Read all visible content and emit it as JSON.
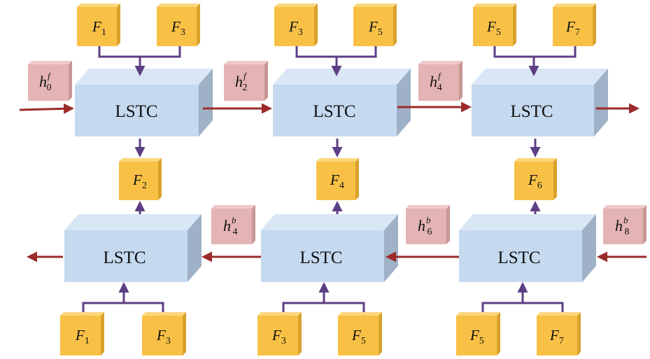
{
  "lstc_label": "LSTC",
  "forward": {
    "blocks": [
      {
        "inputs": [
          {
            "letter": "F",
            "sub": "1"
          },
          {
            "letter": "F",
            "sub": "3"
          }
        ],
        "output": {
          "letter": "F",
          "sub": "2"
        },
        "hidden": {
          "letter": "h",
          "sub": "0",
          "sup": "f"
        }
      },
      {
        "inputs": [
          {
            "letter": "F",
            "sub": "3"
          },
          {
            "letter": "F",
            "sub": "5"
          }
        ],
        "output": {
          "letter": "F",
          "sub": "4"
        },
        "hidden": {
          "letter": "h",
          "sub": "2",
          "sup": "f"
        }
      },
      {
        "inputs": [
          {
            "letter": "F",
            "sub": "5"
          },
          {
            "letter": "F",
            "sub": "7"
          }
        ],
        "output": {
          "letter": "F",
          "sub": "6"
        },
        "hidden": {
          "letter": "h",
          "sub": "4",
          "sup": "f"
        }
      }
    ]
  },
  "backward": {
    "blocks": [
      {
        "inputs": [
          {
            "letter": "F",
            "sub": "1"
          },
          {
            "letter": "F",
            "sub": "3"
          }
        ],
        "hidden": {
          "letter": "h",
          "sub": "4",
          "sup": "b"
        }
      },
      {
        "inputs": [
          {
            "letter": "F",
            "sub": "3"
          },
          {
            "letter": "F",
            "sub": "5"
          }
        ],
        "hidden": {
          "letter": "h",
          "sub": "6",
          "sup": "b"
        }
      },
      {
        "inputs": [
          {
            "letter": "F",
            "sub": "5"
          },
          {
            "letter": "F",
            "sub": "7"
          }
        ],
        "hidden": {
          "letter": "h",
          "sub": "8",
          "sup": "b"
        }
      }
    ]
  },
  "colors": {
    "block_front": "#c5d9ef",
    "block_top": "#d9e6f5",
    "block_side": "#9fb1c6",
    "feature_front": "#f8c146",
    "feature_top": "#fbd77e",
    "feature_side": "#d9a12c",
    "hidden_front": "#e4b3b3",
    "hidden_top": "#efcaca",
    "hidden_side": "#c99696",
    "purple_arrow": "#5c3f85",
    "red_arrow": "#9b2b2b"
  }
}
